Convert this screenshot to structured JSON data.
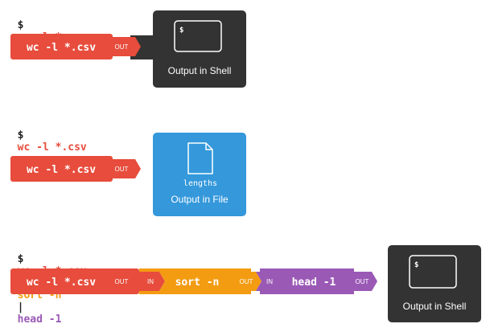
{
  "colors": {
    "red": "#e74c3c",
    "orange": "#f39c12",
    "purple": "#9b59b6",
    "blue": "#3498db",
    "dark_box": "#333333",
    "connector": "#333333"
  },
  "row1": {
    "prompt": "$",
    "command": "wc -l *.csv",
    "block_label": "wc -l *.csv",
    "out_label": "OUT",
    "terminal_prompt": "$",
    "box_label": "Output in Shell"
  },
  "row2": {
    "prompt": "$",
    "command": "wc -l *.csv",
    "redirect": ">",
    "filename": "lengths",
    "block_label": "wc -l *.csv",
    "out_label": "OUT",
    "file_label": "lengths",
    "box_label": "Output in File",
    "icon": "file-icon"
  },
  "row3": {
    "prompt": "$",
    "command1": "wc -l *.csv",
    "pipe1": "|",
    "command2": "sort -n",
    "pipe2": "|",
    "command3": "head -1",
    "block1_label": "wc -l *.csv",
    "block1_out": "OUT",
    "block2_in": "IN",
    "block2_label": "sort -n",
    "block2_out": "OUT",
    "block3_in": "IN",
    "block3_label": "head -1",
    "block3_out": "OUT",
    "terminal_prompt": "$",
    "box_label": "Output in Shell"
  }
}
